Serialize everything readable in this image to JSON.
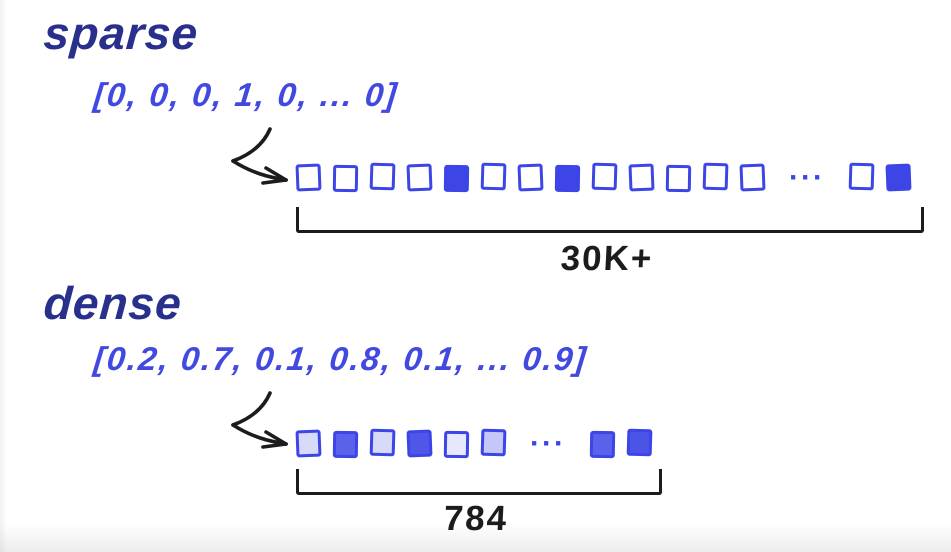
{
  "colors": {
    "background": "#ffffff",
    "title_text": "#29308c",
    "array_text": "#4149e0",
    "cell_blue": "#3d45e6",
    "ink": "#1c1c1c"
  },
  "sparse": {
    "title": "sparse",
    "array_text": "[0, 0, 0, 1, 0, ... 0]",
    "ellipsis": "···",
    "cells": [
      0,
      0,
      0,
      0,
      1,
      0,
      0,
      1,
      0,
      0,
      0,
      0,
      0
    ],
    "cells_after_ellipsis": [
      0,
      1
    ],
    "bracket_label": "30K+"
  },
  "dense": {
    "title": "dense",
    "array_text": "[0.2, 0.7, 0.1, 0.8, 0.1, ... 0.9]",
    "ellipsis": "···",
    "cells": [
      0.2,
      0.85,
      0.2,
      0.9,
      0.12,
      0.3
    ],
    "cells_after_ellipsis": [
      0.85,
      0.92
    ],
    "bracket_label": "784"
  }
}
